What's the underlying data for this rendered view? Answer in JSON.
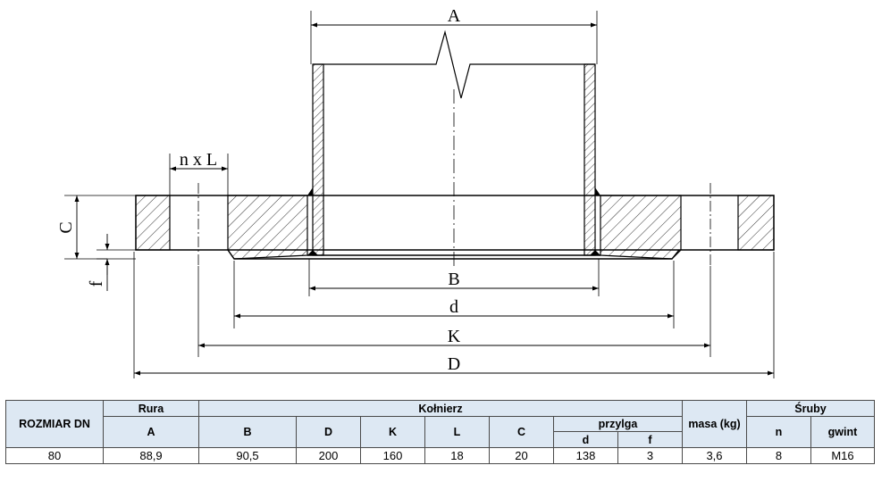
{
  "drawing": {
    "labels": {
      "A": "A",
      "B": "B",
      "d": "d",
      "K": "K",
      "D": "D",
      "C": "C",
      "f": "f",
      "nxL": "n x L"
    }
  },
  "table": {
    "headers": {
      "size": "ROZMIAR  DN",
      "rura": "Rura",
      "kolnierz": "Kołnierz",
      "sruby": "Śruby",
      "A": "A",
      "B": "B",
      "D": "D",
      "K": "K",
      "L": "L",
      "C": "C",
      "przylga": "przylga",
      "d": "d",
      "f": "f",
      "masa": "masa (kg)",
      "n": "n",
      "gwint": "gwint"
    },
    "row": [
      "80",
      "88,9",
      "90,5",
      "200",
      "160",
      "18",
      "20",
      "138",
      "3",
      "3,6",
      "8",
      "M16"
    ]
  }
}
